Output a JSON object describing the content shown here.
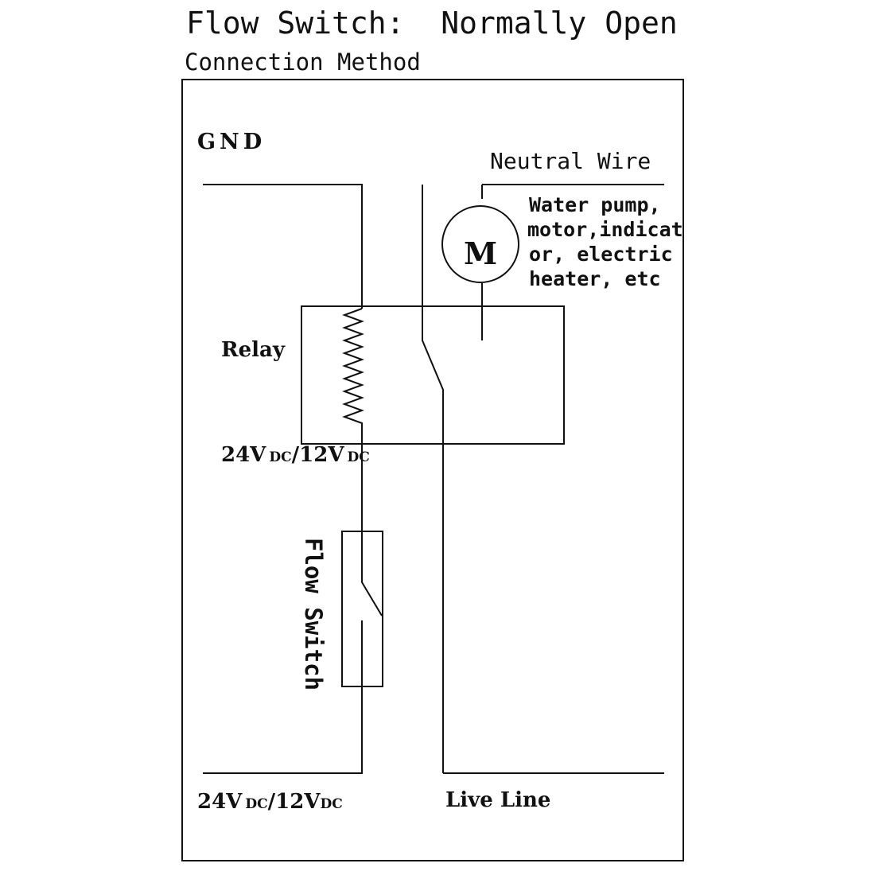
{
  "title": "Flow Switch:  Normally Open",
  "subtitle": "Connection Method",
  "labels": {
    "gnd": "GND",
    "neutral_wire": "Neutral Wire",
    "motor_symbol": "M",
    "load_description": [
      "Water pump,",
      "motor,indicat",
      "or, electric",
      "heater, etc"
    ],
    "relay": "Relay",
    "relay_voltage": {
      "main": "24V",
      "sub1": "DC",
      "sep": "/12V",
      "sub2": "DC"
    },
    "flow_switch": "Flow Switch",
    "supply_voltage": {
      "main": "24V",
      "sub1": "DC",
      "sep": "/12V",
      "sub2": "DC"
    },
    "live_line": "Live Line"
  }
}
